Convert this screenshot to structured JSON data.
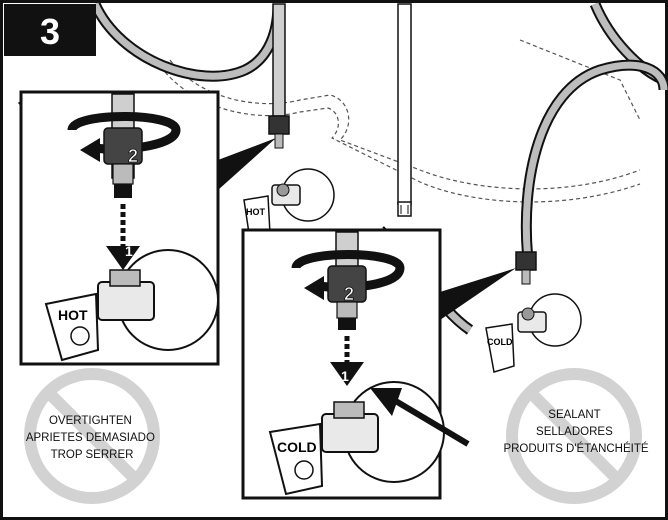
{
  "step": {
    "number": "3"
  },
  "labels": {
    "hot_main": "HOT",
    "hot_inset": "HOT",
    "cold_main": "COLD",
    "cold_inset": "COLD"
  },
  "inset_left": {
    "rotate_step": "2",
    "push_step": "1"
  },
  "inset_right": {
    "rotate_step": "2",
    "push_step": "1"
  },
  "warnings": {
    "left": {
      "line1": "OVERTIGHTEN",
      "line2": "APRIETES DEMASIADO",
      "line3": "TROP SERRER"
    },
    "right": {
      "line1": "SEALANT",
      "line2": "SELLADORES",
      "line3": "PRODUITS D'ÉTANCHÉITÉ"
    }
  },
  "colors": {
    "ink": "#111111",
    "gray": "#bdbdbd",
    "light": "#e9e9e9",
    "prohibit": "#d2d2d2"
  }
}
